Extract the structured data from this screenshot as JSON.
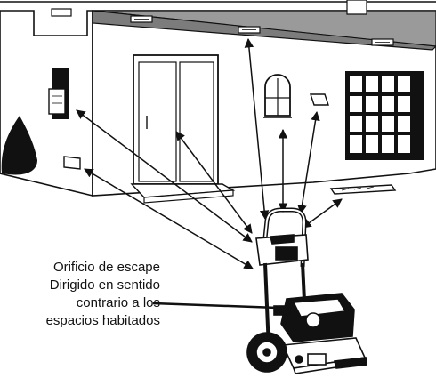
{
  "caption": {
    "lines": [
      "Orificio de escape",
      "Dirigido en sentido",
      "contrario a los",
      "espacios habitados"
    ]
  },
  "icons": {
    "house": "house-illustration",
    "door": "sliding-door",
    "window_arched": "arched-window",
    "window_grid": "grid-window",
    "vents": "wall-vent",
    "generator": "pressure-washer-engine",
    "bush": "bush",
    "arrow": "exhaust-arrow"
  },
  "colors": {
    "ink": "#111111",
    "roof": "#9a9a9a",
    "background": "#ffffff"
  }
}
